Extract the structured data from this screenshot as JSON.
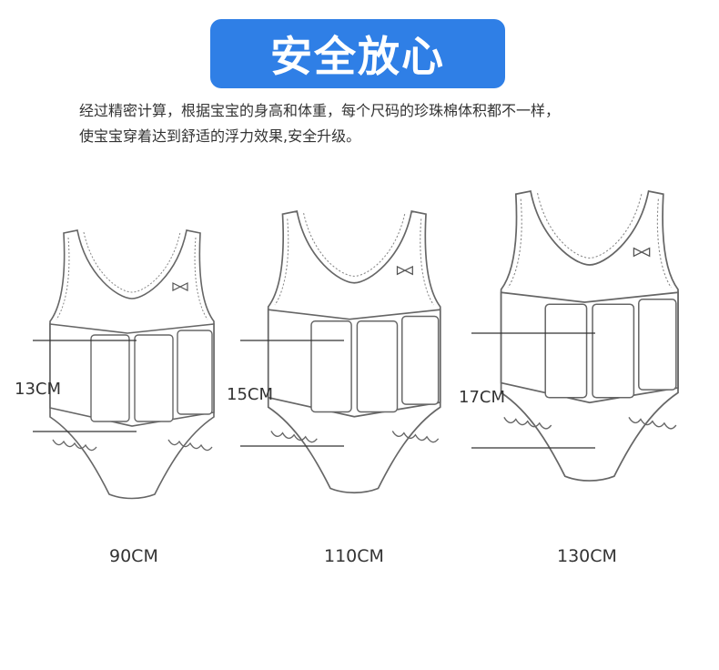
{
  "title": "安全放心",
  "description": [
    "经过精密计算，根据宝宝的身高和体重，每个尺码的珍珠棉体积都不一样，",
    "使宝宝穿着达到舒适的浮力效果,安全升级。"
  ],
  "sizes": [
    {
      "size": "90CM",
      "float_height": "13CM"
    },
    {
      "size": "110CM",
      "float_height": "15CM"
    },
    {
      "size": "130CM",
      "float_height": "17CM"
    }
  ],
  "colors": {
    "accent": "#2f7fe6",
    "outline": "#666666"
  },
  "icons": [
    "bow-icon"
  ]
}
